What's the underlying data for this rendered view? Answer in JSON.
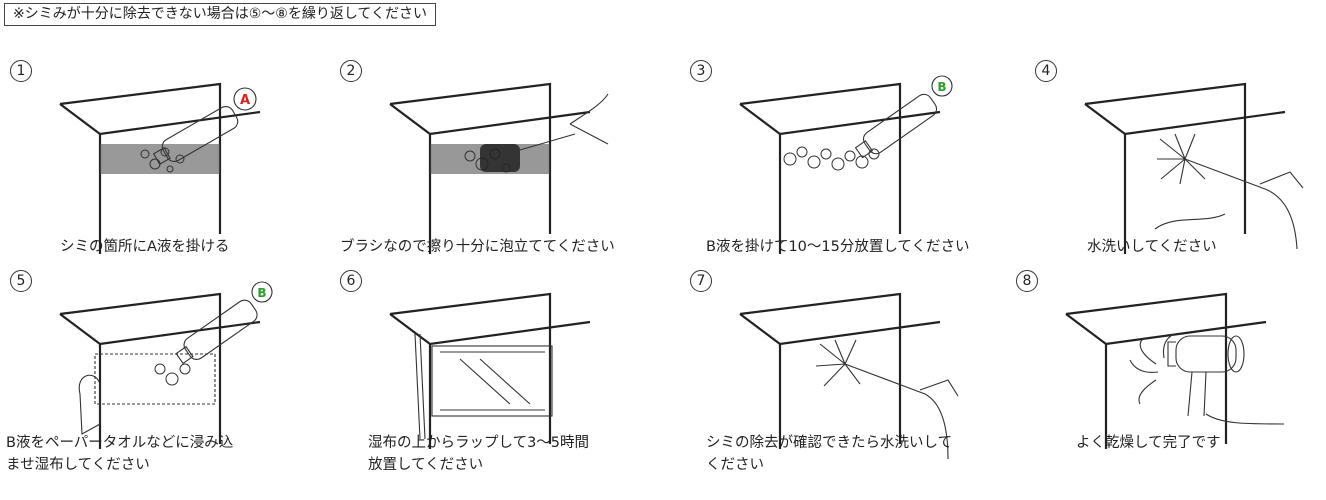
{
  "note": "※シミみが十分に除去できない場合は⑤〜⑧を繰り返してください",
  "steps": [
    {
      "num": "1",
      "caption": [
        "シミの箇所にA液を掛ける"
      ],
      "bottle_label": "A",
      "bottle_color": "#e02020"
    },
    {
      "num": "2",
      "caption": [
        "ブラシなので擦り十分に泡立ててください"
      ]
    },
    {
      "num": "3",
      "caption": [
        "B液を掛けて10〜15分放置してください"
      ],
      "bottle_label": "B",
      "bottle_color": "#2aa02a"
    },
    {
      "num": "4",
      "caption": [
        "水洗いしてください"
      ]
    },
    {
      "num": "5",
      "caption": [
        "B液をペーパータオルなどに浸み込",
        "ませ湿布してください"
      ],
      "bottle_label": "B",
      "bottle_color": "#2aa02a"
    },
    {
      "num": "6",
      "caption": [
        "湿布の上からラップして3〜5時間",
        "放置してください"
      ]
    },
    {
      "num": "7",
      "caption": [
        "シミの除去が確認できたら水洗いして",
        "ください"
      ]
    },
    {
      "num": "8",
      "caption": [
        "よく乾燥して完了です"
      ]
    }
  ]
}
